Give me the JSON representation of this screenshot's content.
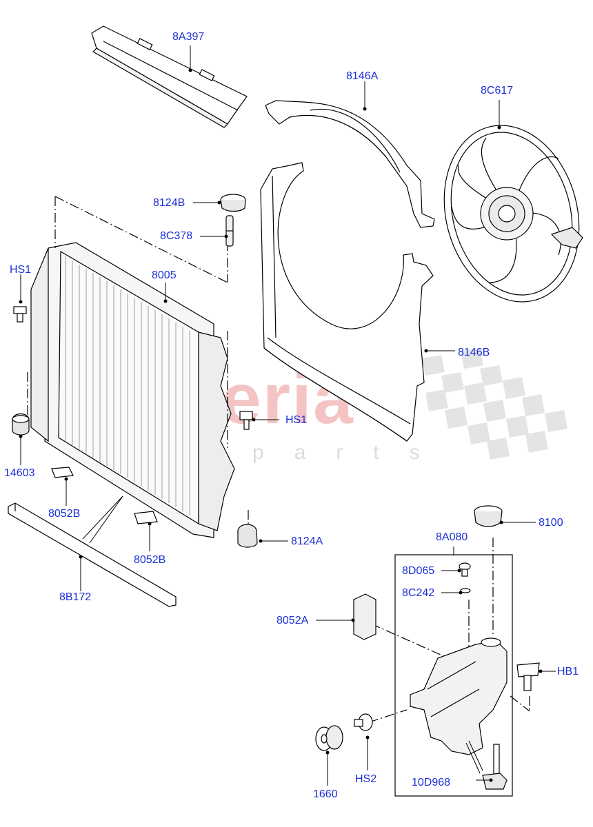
{
  "watermark": {
    "brand": "scuderia",
    "sub": "car parts"
  },
  "callouts": [
    {
      "name": "8A397",
      "label": "8A397"
    },
    {
      "name": "8146A",
      "label": "8146A"
    },
    {
      "name": "8C617",
      "label": "8C617"
    },
    {
      "name": "8124B",
      "label": "8124B"
    },
    {
      "name": "8C378",
      "label": "8C378"
    },
    {
      "name": "HS1-left",
      "label": "HS1"
    },
    {
      "name": "8005",
      "label": "8005"
    },
    {
      "name": "8146B",
      "label": "8146B"
    },
    {
      "name": "HS1-right",
      "label": "HS1"
    },
    {
      "name": "14603",
      "label": "14603"
    },
    {
      "name": "8052B-left",
      "label": "8052B"
    },
    {
      "name": "8052B-right",
      "label": "8052B"
    },
    {
      "name": "8124A",
      "label": "8124A"
    },
    {
      "name": "8B172",
      "label": "8B172"
    },
    {
      "name": "8100",
      "label": "8100"
    },
    {
      "name": "8A080",
      "label": "8A080"
    },
    {
      "name": "8D065",
      "label": "8D065"
    },
    {
      "name": "8C242",
      "label": "8C242"
    },
    {
      "name": "8052A",
      "label": "8052A"
    },
    {
      "name": "HB1",
      "label": "HB1"
    },
    {
      "name": "1660",
      "label": "1660"
    },
    {
      "name": "HS2",
      "label": "HS2"
    },
    {
      "name": "10D968",
      "label": "10D968"
    }
  ]
}
